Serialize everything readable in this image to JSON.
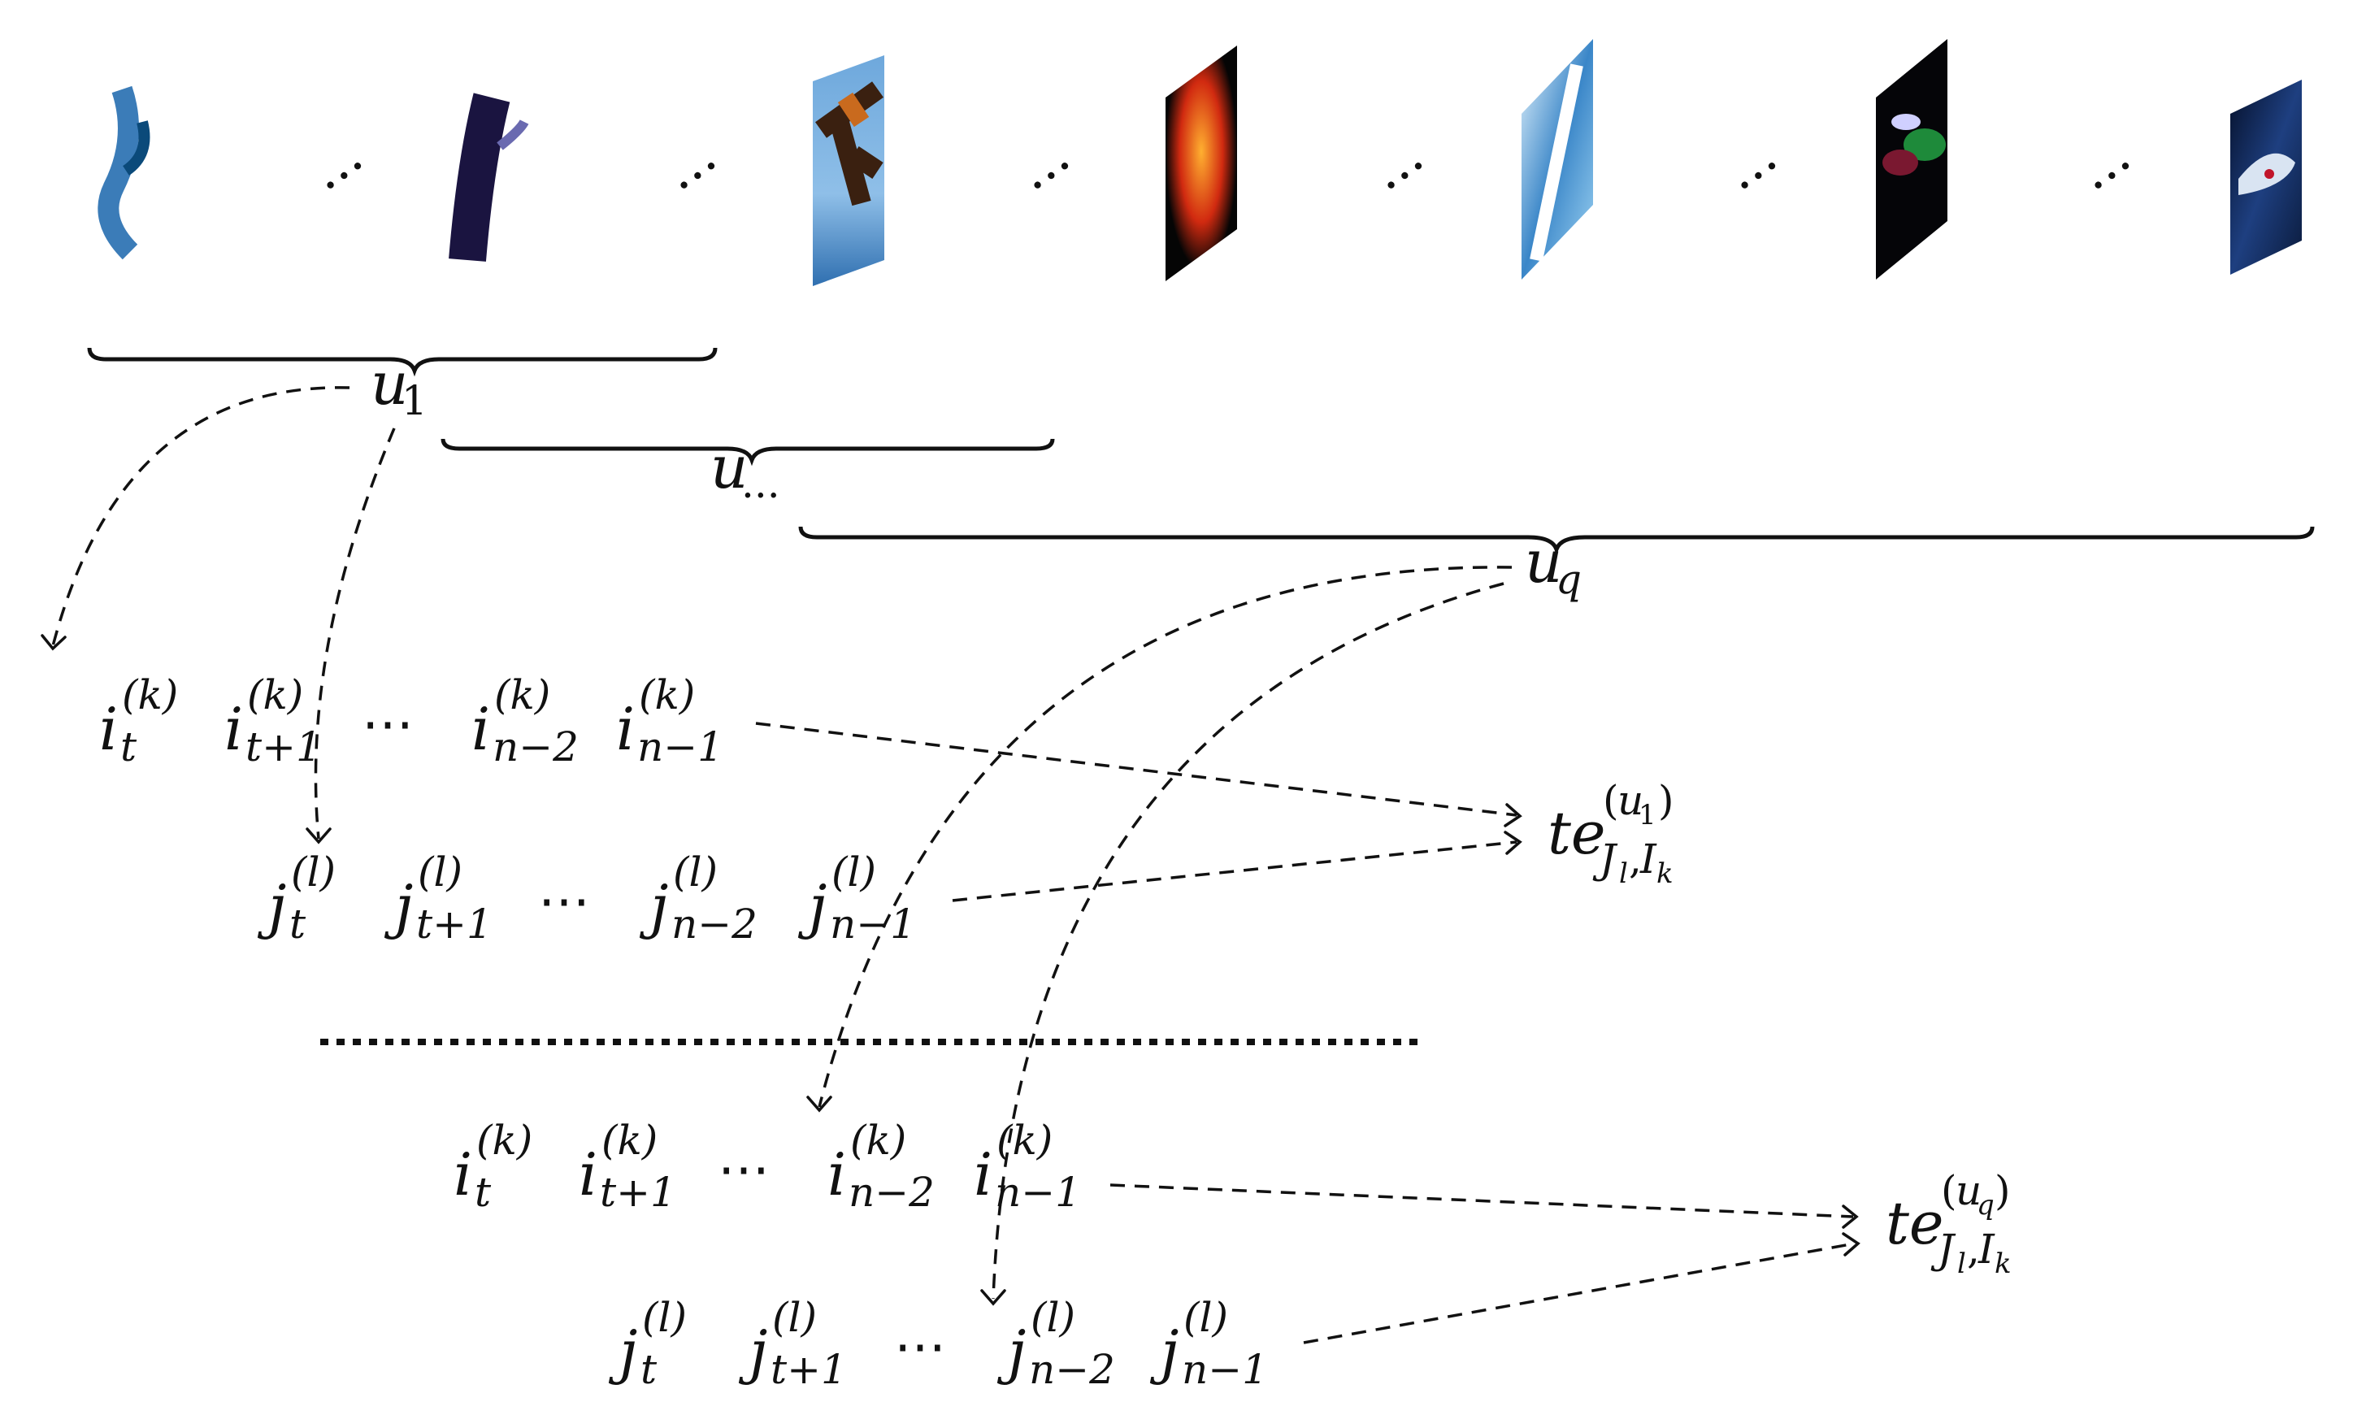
{
  "image_frames": [
    {
      "name": "frame-1",
      "colors": [
        "#ffffff",
        "#4a8ec4",
        "#0b4a7a"
      ]
    },
    {
      "name": "frame-2",
      "colors": [
        "#ffffff",
        "#1a1440",
        "#3a2f6e"
      ]
    },
    {
      "name": "frame-3",
      "colors": [
        "#6ea8dc",
        "#3a2010",
        "#c96a1e"
      ]
    },
    {
      "name": "frame-4",
      "colors": [
        "#050505",
        "#d12a10",
        "#ff8a1c"
      ]
    },
    {
      "name": "frame-5",
      "colors": [
        "#bfe3f7",
        "#3a86c8",
        "#ffffff"
      ]
    },
    {
      "name": "frame-6",
      "colors": [
        "#050508",
        "#1e8a3a",
        "#7a1830"
      ]
    },
    {
      "name": "frame-7",
      "colors": [
        "#0a1a3a",
        "#d9e4f2",
        "#c0142a"
      ]
    }
  ],
  "ellipsis_between_frames": "...",
  "braces": {
    "u1": {
      "base": "u",
      "sub": "1"
    },
    "udots": {
      "base": "u",
      "sub": "..."
    },
    "uq": {
      "base": "u",
      "sub": "q"
    }
  },
  "sequences": {
    "group1_i": {
      "letter": "i",
      "sup": "(k)",
      "terms": [
        "t",
        "t+1",
        "n−2",
        "n−1"
      ]
    },
    "group1_j": {
      "letter": "j",
      "sup": "(l)",
      "terms": [
        "t",
        "t+1",
        "n−2",
        "n−1"
      ]
    },
    "group2_i": {
      "letter": "i",
      "sup": "(k)",
      "terms": [
        "t",
        "t+1",
        "n−2",
        "n−1"
      ]
    },
    "group2_j": {
      "letter": "j",
      "sup": "(l)",
      "terms": [
        "t",
        "t+1",
        "n−2",
        "n−1"
      ]
    },
    "ellipsis": "⋯"
  },
  "targets": {
    "te_u1": {
      "base": "te",
      "sup_open": "(",
      "sup_var": "u",
      "sup_var_sub": "1",
      "sup_close": ")",
      "sub_J": "J",
      "sub_l": "l",
      "comma": ",",
      "sub_I": "I",
      "sub_k": "k"
    },
    "te_uq": {
      "base": "te",
      "sup_open": "(",
      "sup_var": "u",
      "sup_var_sub": "q",
      "sup_close": ")",
      "sub_J": "J",
      "sub_l": "l",
      "comma": ",",
      "sub_I": "I",
      "sub_k": "k"
    }
  }
}
